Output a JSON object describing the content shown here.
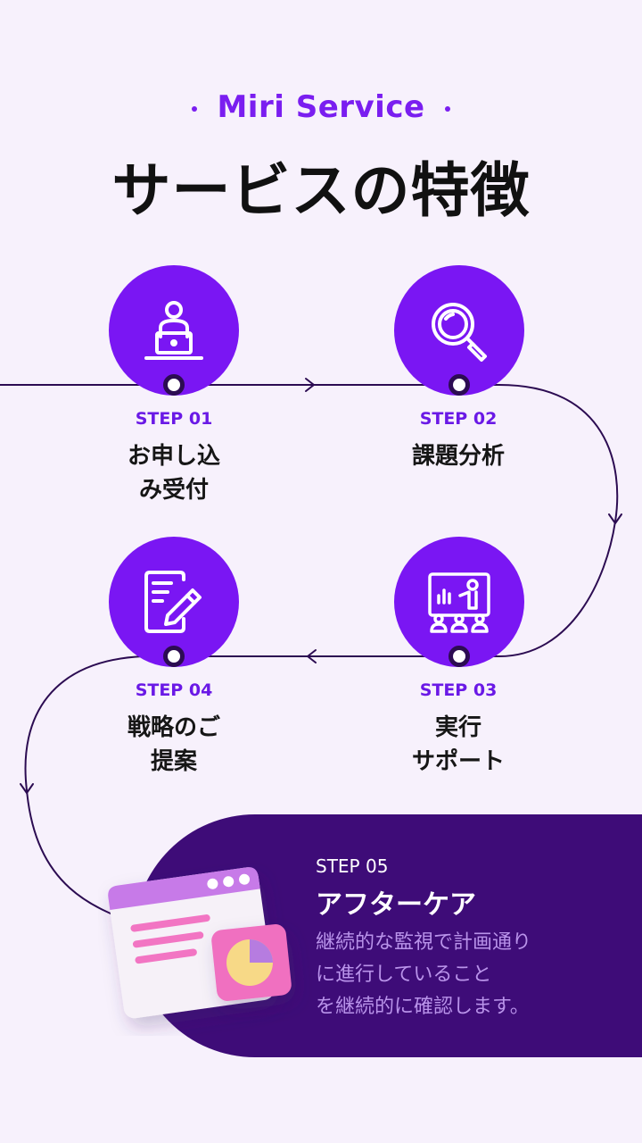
{
  "header": {
    "brand": "Miri Service",
    "title": "サービスの特徴"
  },
  "steps": [
    {
      "label": "STEP 01",
      "name_lines": [
        "お申し込",
        "み受付"
      ],
      "icon": "laptop-user-icon"
    },
    {
      "label": "STEP 02",
      "name_lines": [
        "課題分析"
      ],
      "icon": "magnifier-icon"
    },
    {
      "label": "STEP 03",
      "name_lines": [
        "実行",
        "サポート"
      ],
      "icon": "presentation-board-icon"
    },
    {
      "label": "STEP 04",
      "name_lines": [
        "戦略のご",
        "提案"
      ],
      "icon": "document-edit-icon"
    }
  ],
  "final_step": {
    "label": "STEP 05",
    "title": "アフターケア",
    "description_lines": [
      "継続的な監視で計画通り",
      "に進行していること",
      "を継続的に確認します。"
    ],
    "icon": "browser-chart-illustration"
  },
  "colors": {
    "background": "#f7f1fc",
    "accent": "#7a16f3",
    "dark": "#3e0c78",
    "muted_text": "#b993ea"
  }
}
